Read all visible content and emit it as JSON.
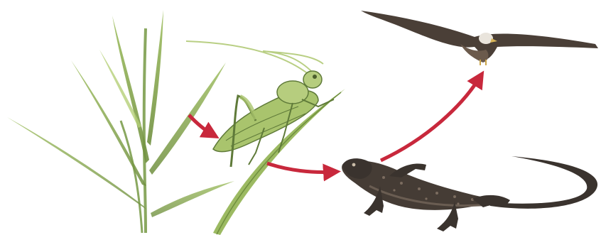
{
  "diagram": {
    "organisms": [
      {
        "id": "grass",
        "icon": "grass-icon"
      },
      {
        "id": "grasshopper",
        "icon": "grasshopper-icon"
      },
      {
        "id": "lizard",
        "icon": "lizard-icon"
      },
      {
        "id": "bird",
        "icon": "eagle-icon"
      }
    ],
    "links": [
      {
        "from": "grass",
        "to": "grasshopper"
      },
      {
        "from": "grasshopper",
        "to": "lizard"
      },
      {
        "from": "lizard",
        "to": "bird"
      }
    ],
    "colors": {
      "arrow": "#c8283c",
      "grass": "#8fae5a",
      "grasshopper": "#a9c46d",
      "lizard": "#3a332e",
      "bird": "#4a3f37"
    }
  }
}
